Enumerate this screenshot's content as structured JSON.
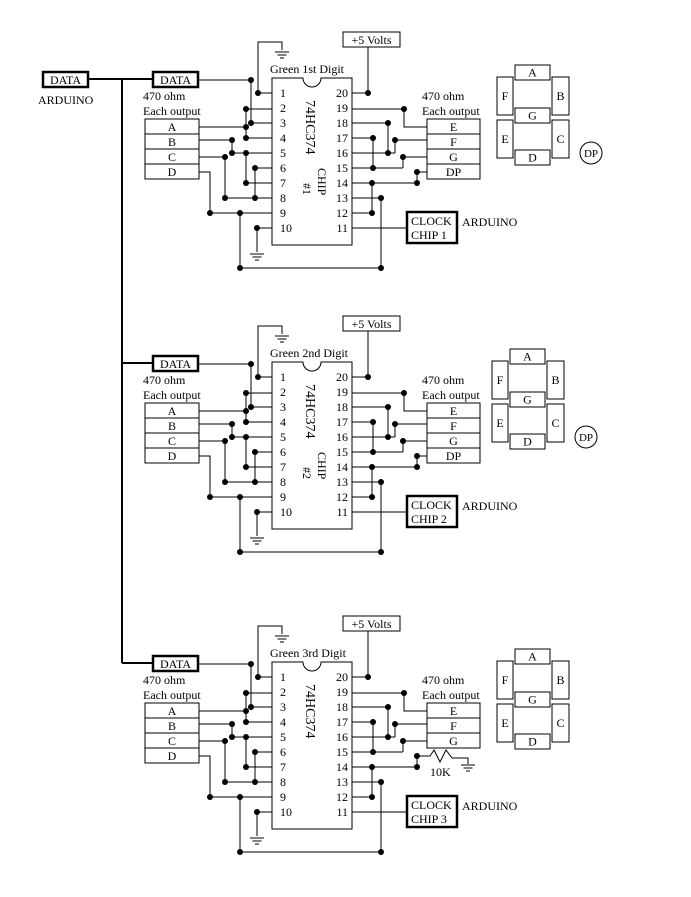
{
  "main_input": {
    "label": "DATA",
    "source": "ARDUINO"
  },
  "blocks": [
    {
      "title": "Green 1st Digit",
      "power": "+5 Volts",
      "data_label": "DATA",
      "chip_part": "74HC374",
      "chip_label": "CHIP",
      "chip_number": "#1",
      "left_pins": [
        "1",
        "2",
        "3",
        "4",
        "5",
        "6",
        "7",
        "8",
        "9",
        "10"
      ],
      "right_pins": [
        "20",
        "19",
        "18",
        "17",
        "16",
        "15",
        "14",
        "13",
        "12",
        "11"
      ],
      "left_resistor": [
        "470 ohm",
        "Each output"
      ],
      "left_outputs": [
        "A",
        "B",
        "C",
        "D"
      ],
      "right_resistor": [
        "470 ohm",
        "Each output"
      ],
      "right_outputs": [
        "E",
        "F",
        "G",
        "DP"
      ],
      "clock": [
        "CLOCK",
        "CHIP 1"
      ],
      "clock_source": "ARDUINO",
      "display": {
        "segments": {
          "A": "A",
          "B": "B",
          "C": "C",
          "D": "D",
          "E": "E",
          "F": "F",
          "G": "G"
        },
        "dp": "DP"
      }
    },
    {
      "title": "Green 2nd Digit",
      "power": "+5 Volts",
      "data_label": "DATA",
      "chip_part": "74HC374",
      "chip_label": "CHIP",
      "chip_number": "#2",
      "left_pins": [
        "1",
        "2",
        "3",
        "4",
        "5",
        "6",
        "7",
        "8",
        "9",
        "10"
      ],
      "right_pins": [
        "20",
        "19",
        "18",
        "17",
        "16",
        "15",
        "14",
        "13",
        "12",
        "11"
      ],
      "left_resistor": [
        "470 ohm",
        "Each output"
      ],
      "left_outputs": [
        "A",
        "B",
        "C",
        "D"
      ],
      "right_resistor": [
        "470 ohm",
        "Each output"
      ],
      "right_outputs": [
        "E",
        "F",
        "G",
        "DP"
      ],
      "clock": [
        "CLOCK",
        "CHIP 2"
      ],
      "clock_source": "ARDUINO",
      "display": {
        "segments": {
          "A": "A",
          "B": "B",
          "C": "C",
          "D": "D",
          "E": "E",
          "F": "F",
          "G": "G"
        },
        "dp": "DP"
      }
    },
    {
      "title": "Green 3rd Digit",
      "power": "+5 Volts",
      "data_label": "DATA",
      "chip_part": "74HC374",
      "left_pins": [
        "1",
        "2",
        "3",
        "4",
        "5",
        "6",
        "7",
        "8",
        "9",
        "10"
      ],
      "right_pins": [
        "20",
        "19",
        "18",
        "17",
        "16",
        "15",
        "14",
        "13",
        "12",
        "11"
      ],
      "left_resistor": [
        "470 ohm",
        "Each output"
      ],
      "left_outputs": [
        "A",
        "B",
        "C",
        "D"
      ],
      "right_resistor": [
        "470 ohm",
        "Each output"
      ],
      "right_outputs": [
        "E",
        "F",
        "G"
      ],
      "pulldown_resistor": "10K",
      "clock": [
        "CLOCK",
        "CHIP 3"
      ],
      "clock_source": "ARDUINO",
      "display": {
        "segments": {
          "A": "A",
          "B": "B",
          "C": "C",
          "D": "D",
          "E": "E",
          "F": "F",
          "G": "G"
        }
      }
    }
  ]
}
